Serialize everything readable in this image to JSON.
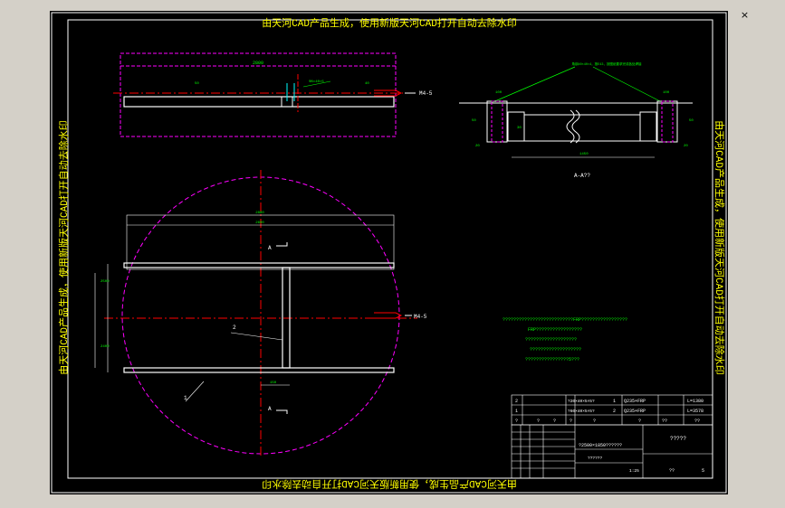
{
  "window": {
    "close_glyph": "×"
  },
  "watermark": {
    "text": "由天河CAD产品生成，使用新版天河CAD打开自动去除水印"
  },
  "top_view": {
    "dim_overall": "2800",
    "dim_mid": "50",
    "callout": "Φ8×40×5",
    "dim_right": "40",
    "weld_tag": "M4-5"
  },
  "section_view": {
    "note": "角钢40×40×4，按E43，按图纸要求完成各处焊接",
    "dims": [
      "100",
      "50",
      "20",
      "30",
      "1450",
      "20",
      "100",
      "50"
    ],
    "caption": "A-A??"
  },
  "circle_plan": {
    "dim_outer": "2880",
    "dim_inner": "2600",
    "dim_left_outer": "2400",
    "dim_left_inner": "2500",
    "dim_bottom": "150",
    "section_marker_top": "A",
    "section_marker_bottom": "A",
    "weld_tag": "M4-5",
    "callout_1": "1",
    "callout_2": "2"
  },
  "notes": [
    "??????????????????????????FRP?????????????????",
    "FRP?????????????????",
    "???????????????????",
    "???????????????????",
    "????????????????5???"
  ],
  "parts_table": {
    "rows": [
      {
        "no": "2",
        "spec": "?20×40×5×5?",
        "qty": "1",
        "material": "Q235+FRP",
        "length": "L=1380"
      },
      {
        "no": "1",
        "spec": "?60×40×5×5?",
        "qty": "2",
        "material": "Q235+FRP",
        "length": "L=3578"
      }
    ],
    "header": [
      "?",
      "?",
      "?",
      "?",
      "?",
      "?",
      "??",
      "??"
    ]
  },
  "title_block": {
    "title": "?????",
    "drawing_name": "?2500×1850??????",
    "subtitle": "??????",
    "scale": "1:25",
    "sheet": "??",
    "sheet_no": "5"
  }
}
